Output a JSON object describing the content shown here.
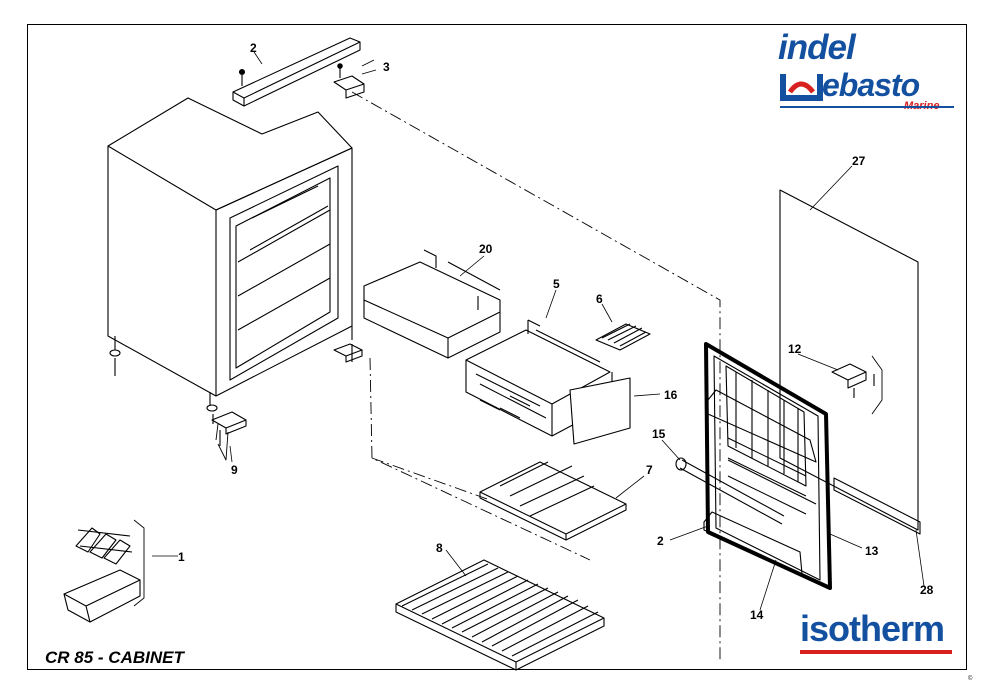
{
  "title": "CR 85 - CABINET",
  "brand": {
    "indel": "indel",
    "webasto": "ebasto",
    "marine": "Marine",
    "isotherm": "isotherm",
    "copyright": "©",
    "colors": {
      "blue": "#1450a0",
      "red": "#d8201e"
    }
  },
  "callouts": [
    "2",
    "3",
    "27",
    "20",
    "5",
    "6",
    "12",
    "16",
    "15",
    "7",
    "9",
    "1",
    "2",
    "13",
    "28",
    "8",
    "14"
  ]
}
